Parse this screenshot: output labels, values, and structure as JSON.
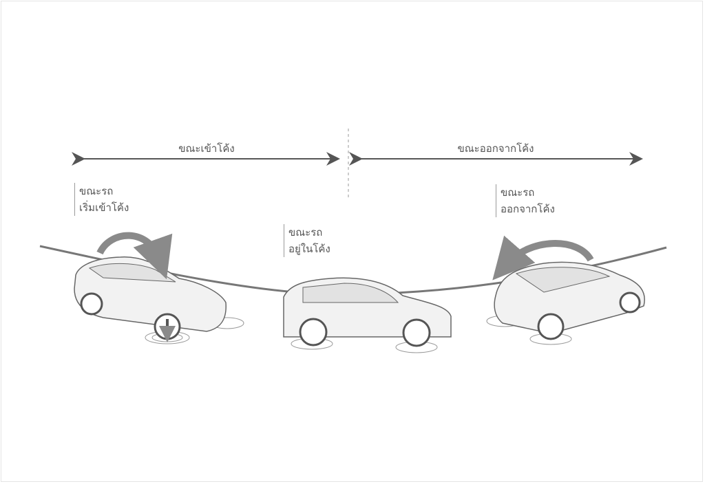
{
  "phases": {
    "entering": "ขณะเข้าโค้ง",
    "exiting": "ขณะออกจากโค้ง"
  },
  "car_labels": [
    {
      "line1": "ขณะรถ",
      "line2": "เริ่มเข้าโค้ง"
    },
    {
      "line1": "ขณะรถ",
      "line2": "อยู่ในโค้ง"
    },
    {
      "line1": "ขณะรถ",
      "line2": "ออกจากโค้ง"
    }
  ],
  "colors": {
    "line": "#555555",
    "road": "#777777",
    "car_fill": "#f2f2f2",
    "car_stroke": "#666666",
    "arrow": "#8a8a8a"
  }
}
